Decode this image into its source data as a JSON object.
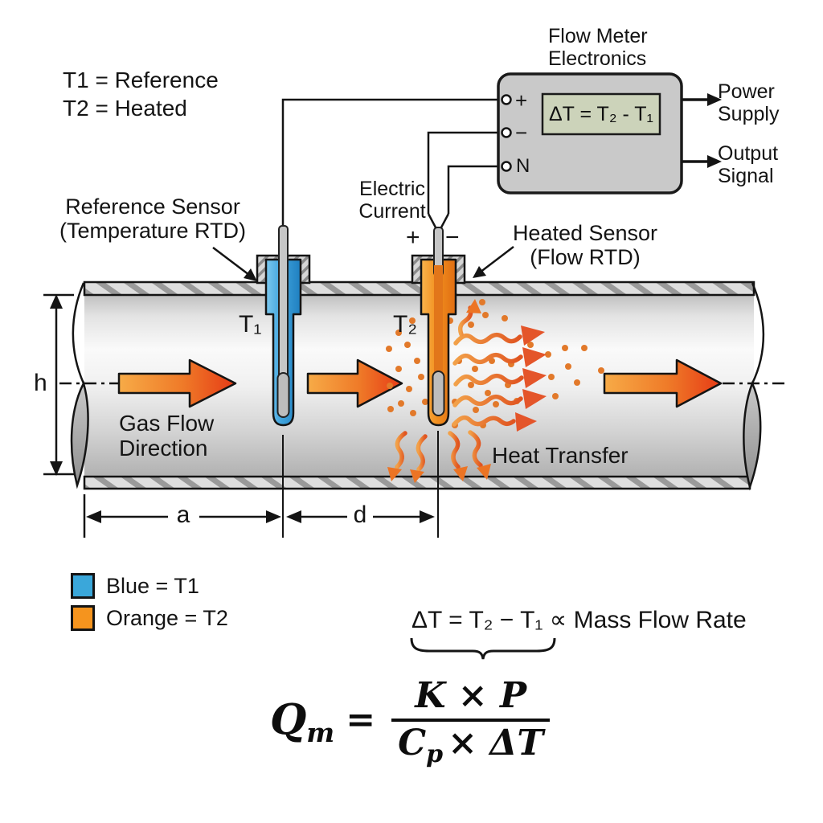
{
  "title_note": {
    "line1": "T1 = Reference",
    "line2": "T2 = Heated"
  },
  "electronics": {
    "title": {
      "line1": "Flow Meter",
      "line2": "Electronics"
    },
    "display": "ΔT = T₂ - T₁",
    "terminals": {
      "plus": "+",
      "minus": "−",
      "neutral": "N"
    },
    "power": {
      "line1": "Power",
      "line2": "Supply"
    },
    "output": {
      "line1": "Output",
      "line2": "Signal"
    }
  },
  "labels": {
    "reference_sensor": {
      "line1": "Reference Sensor",
      "line2": "(Temperature RTD)"
    },
    "heated_sensor": {
      "line1": "Heated Sensor",
      "line2": "(Flow RTD)"
    },
    "electric_current": {
      "line1": "Electric",
      "line2": "Current",
      "plus": "+",
      "minus": "−"
    },
    "t1": "T₁",
    "t2": "T₂",
    "gas_flow": {
      "line1": "Gas Flow",
      "line2": "Direction"
    },
    "heat_transfer": "Heat Transfer",
    "dim_h": "h",
    "dim_a": "a",
    "dim_d": "d"
  },
  "legend": {
    "blue": "Blue = T1",
    "orange": "Orange = T2"
  },
  "equations": {
    "delta_t": "ΔT = T₂ − T₁",
    "proportional": " ∝ Mass Flow Rate",
    "q_base": "Q",
    "q_sub": "m",
    "equals": "=",
    "numerator": "K × P",
    "den_c": "C",
    "den_sub": "p",
    "den_rest": "× ΔT"
  },
  "colors": {
    "blue_sensor": "#3aa7da",
    "orange_sensor": "#f2901f",
    "flow_arrow_tail": "#f7ab47",
    "flow_arrow_tip": "#e63b16",
    "heat_orange": "#e8762a",
    "electronics_box": "#c9c9c9",
    "lcd_screen": "#ccd3ba",
    "pipe_gray": "#d9d9d9"
  }
}
